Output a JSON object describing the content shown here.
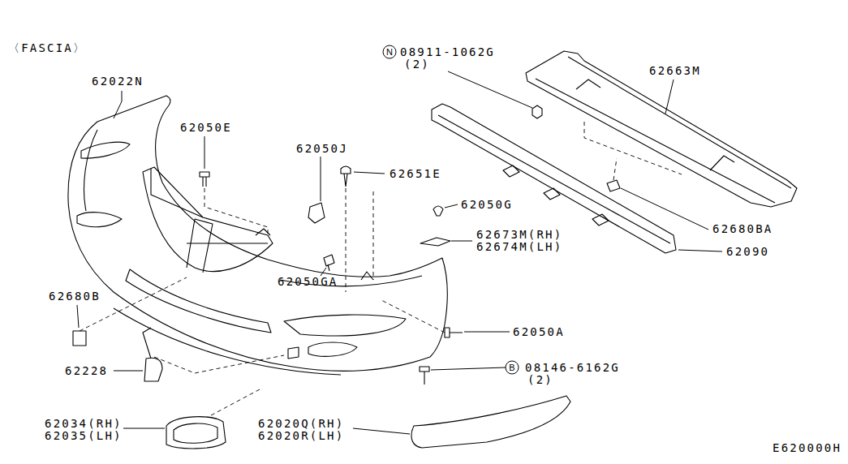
{
  "diagram": {
    "labels": [
      "〈FASCIA〉",
      "62022N",
      "62050E",
      "62050J",
      "62651E",
      "N",
      "08911-1062G",
      "(2)",
      "62663M",
      "62050G",
      "62673M(RH)",
      "62674M(LH)",
      "62050GA",
      "62680BA",
      "62090",
      "62680B",
      "62050A",
      "62228",
      "B",
      "08146-6162G",
      "(2)",
      "62034(RH)",
      "62035(LH)",
      "62020Q(RH)",
      "62020R(LH)",
      "E620000H"
    ]
  }
}
